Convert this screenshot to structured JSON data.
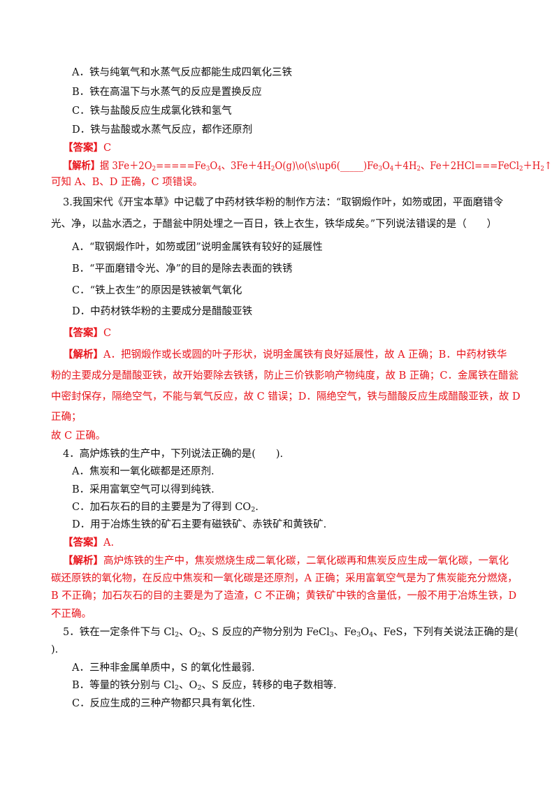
{
  "q2": {
    "opt_a": "A．铁与纯氧气和水蒸气反应都能生成四氧化三铁",
    "opt_b": "B．铁在高温下与水蒸气的反应是置换反应",
    "opt_c": "C．铁与盐酸反应生成氯化铁和氢气",
    "opt_d": "D．铁与盐酸或水蒸气反应，都作还原剂",
    "answer_label": "【答案】",
    "answer": "C",
    "analysis_label": "【解析】",
    "analysis_line1": {
      "t1": "据 3Fe＋2O",
      "s1": "2",
      "t2": "=====Fe",
      "s2": "3",
      "t3": "O",
      "s3": "4",
      "t4": "、3Fe＋4H",
      "s4": "2",
      "t5": "O(g)\\o(\\s\\up6(_____)Fe",
      "s5": "3",
      "t6": "O",
      "s6": "4",
      "t7": "＋4H",
      "s7": "2",
      "t8": "、Fe＋2HCl===FeCl",
      "s8": "2",
      "t9": "＋H",
      "s9": "2",
      "t10": "↑"
    },
    "analysis_line2": "可知 A、B、D 正确，C 项错误。"
  },
  "q3": {
    "stem_line1": "3.我国宋代《开宝本草》中记载了中药材铁华粉的制作方法：“取钢煅作叶，如笏或团，平面磨错令",
    "stem_line2": "光、净，以盐水洒之，于醋瓮中阴处埋之一百日，铁上衣生，铁华成矣。”下列说法错误的是（　　）",
    "opt_a": "A．“取钢煅作叶，如笏或团”说明金属铁有较好的延展性",
    "opt_b": "B．“平面磨错令光、净”的目的是除去表面的铁锈",
    "opt_c": "C．“铁上衣生”的原因是铁被氧气氧化",
    "opt_d": "D．中药材铁华粉的主要成分是醋酸亚铁",
    "answer_label": "【答案】",
    "answer": "C",
    "analysis_label": "【解析】",
    "analysis_line1": "A．把钢煅作或长或圆的叶子形状，说明金属铁有良好延展性，故 A 正确；B．中药材铁华",
    "analysis_line2": "粉的主要成分是醋酸亚铁，故开始要除去铁锈，防止三价铁影响产物纯度，故 B 正确；C．金属铁在醋瓮",
    "analysis_line3": "中密封保存，隔绝空气，不能与氧气反应，故 C 错误；D．隔绝空气，铁与醋酸反应生成醋酸亚铁，故 D",
    "analysis_line4": "正确；",
    "analysis_line5": "故 C 正确。"
  },
  "q4": {
    "stem": "4．高炉炼铁的生产中，下列说法正确的是(　　).",
    "opt_a": "A．焦炭和一氧化碳都是还原剂.",
    "opt_b": "B．采用富氧空气可以得到纯铁.",
    "opt_c_pre": "C．加石灰石的目的主要是为了得到 CO",
    "opt_c_sub": "2",
    "opt_c_post": ".",
    "opt_d": "D．用于冶炼生铁的矿石主要有磁铁矿、赤铁矿和黄铁矿.",
    "answer_label": "【答案】",
    "answer": "A.",
    "analysis_label": "【解析】",
    "analysis_line1": "高炉炼铁的生产中，焦炭燃烧生成二氧化碳，二氧化碳再和焦炭反应生成一氧化碳，一氧化",
    "analysis_line2": "碳还原铁的氧化物，在反应中焦炭和一氧化碳是还原剂，A 正确；采用富氧空气是为了焦炭能充分燃烧，",
    "analysis_line3": "B 不正确；加石灰石的目的主要是为了造渣，C 不正确；黄铁矿中铁的含量低，一般不用于冶炼生铁，D",
    "analysis_line4": "不正确。"
  },
  "q5": {
    "stem_line1": {
      "t1": "5．铁在一定条件下与 Cl",
      "s1": "2",
      "t2": "、O",
      "s2": "2",
      "t3": "、S 反应的产物分别为 FeCl",
      "s3": "3",
      "t4": "、Fe",
      "s4": "3",
      "t5": "O",
      "s5": "4",
      "t6": "、FeS，下列有关说法正确的是("
    },
    "stem_line2": ").",
    "opt_a": "A．三种非金属单质中，S 的氧化性最弱.",
    "opt_b": {
      "t1": "B．等量的铁分别与 Cl",
      "s1": "2",
      "t2": "、O",
      "s2": "2",
      "t3": "、S 反应，转移的电子数相等."
    },
    "opt_c": "C．反应生成的三种产物都只具有氧化性."
  }
}
